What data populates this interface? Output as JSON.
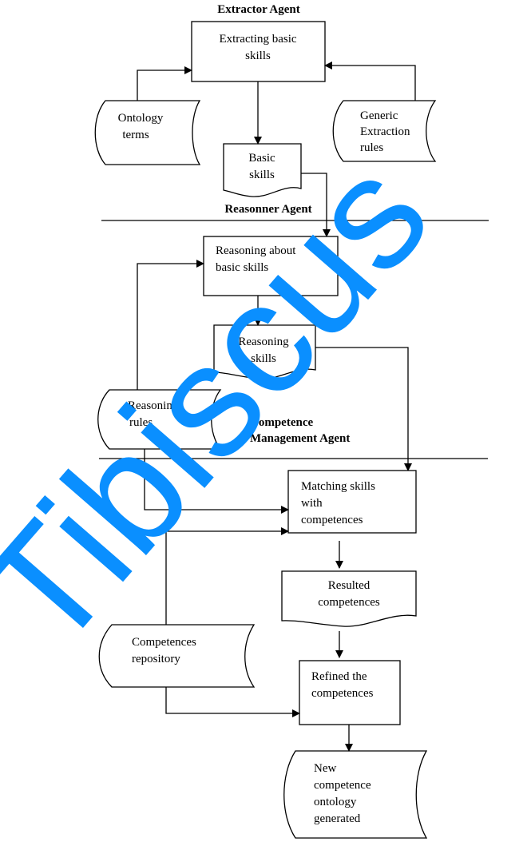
{
  "watermark": "Tibiscus",
  "headings": {
    "extractor": "Extractor Agent",
    "reasoner": "Reasonner Agent",
    "competence_1": "Competence",
    "competence_2": "Management Agent"
  },
  "nodes": {
    "extracting": [
      "Extracting basic",
      "skills"
    ],
    "ontology_terms": [
      "Ontology",
      "terms"
    ],
    "generic_rules": [
      "Generic",
      "Extraction",
      "rules"
    ],
    "basic_skills": [
      "Basic",
      "skills"
    ],
    "reasoning_about": [
      "Reasoning about",
      "basic skills"
    ],
    "reasoning_skills": [
      "Reasoning",
      "skills"
    ],
    "reasoning_rules": [
      "Reasoning",
      "rules"
    ],
    "matching": [
      "Matching skills",
      "with",
      "competences"
    ],
    "resulted": [
      "Resulted",
      "competences"
    ],
    "repository": [
      "Competences",
      "repository"
    ],
    "refined": [
      "Refined the",
      "competences"
    ],
    "new_ontology": [
      "New",
      "competence",
      "ontology",
      "generated"
    ]
  }
}
